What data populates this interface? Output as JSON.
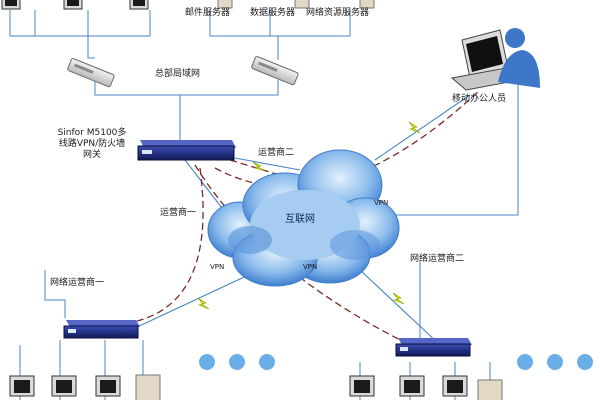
{
  "labels": {
    "mail_server": "邮件服务器",
    "data_server": "数据服务器",
    "web_server": "网络资源服务器",
    "hq_lan": "总部局域网",
    "gateway_line1": "Sinfor  M5100多",
    "gateway_line2": "线路VPN/防火墙",
    "gateway_line3": "网关",
    "mobile_staff": "移动办公人员",
    "isp_two": "运营商二",
    "isp_one": "运营商一",
    "internet": "互联网",
    "net_isp_one": "网络运营商一",
    "net_isp_two": "网络运营商二",
    "vpn_tag": "VPN"
  },
  "colors": {
    "link_line": "#4a86c5",
    "vpn_tunnel": "#7a2a2a",
    "cloud": "#4f8fd8",
    "cloud_light": "#bcd9f5",
    "device": "#1b2a7a",
    "dots": "#6aaee8"
  }
}
